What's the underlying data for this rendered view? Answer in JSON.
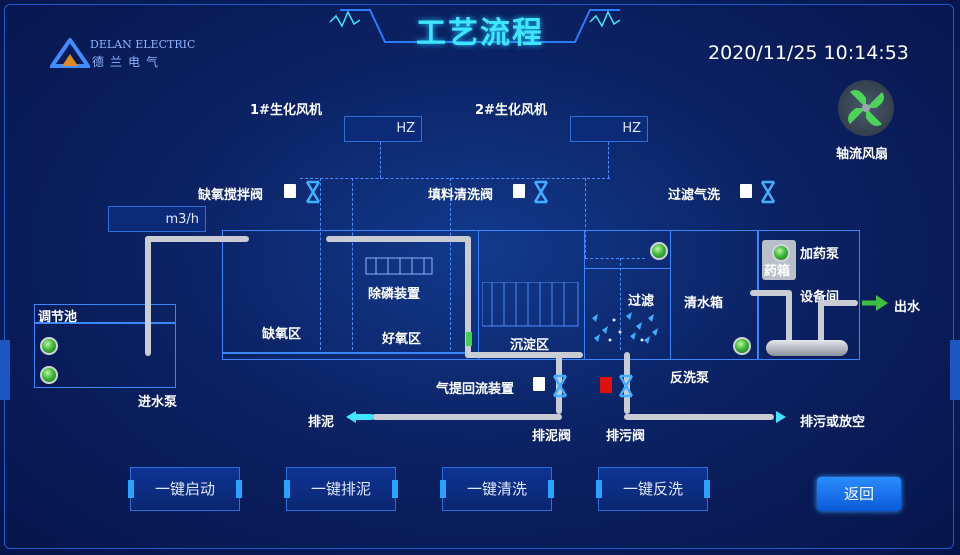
{
  "header": {
    "title": "工艺流程",
    "datetime": "2020/11/25   10:14:53"
  },
  "logo": {
    "brand": "DELAN ELECTRIC",
    "brand_cn": "德兰电气"
  },
  "fans": {
    "fan1_label": "1#生化风机",
    "fan1_unit": "HZ",
    "fan2_label": "2#生化风机",
    "fan2_unit": "HZ",
    "axial_fan_label": "轴流风扇"
  },
  "valves": {
    "anoxic_mixer": "缺氧搅拌阀",
    "filler_wash": "填料清洗阀",
    "filter_air_wash": "过滤气洗",
    "airlift_return": "气提回流装置",
    "sludge_valve": "排泥阀",
    "drain_valve": "排污阀"
  },
  "flow": {
    "unit": "m3/h"
  },
  "zones": {
    "regulating_tank": "调节池",
    "inlet_pump": "进水泵",
    "anoxic": "缺氧区",
    "phosphorus_removal": "除磷装置",
    "aerobic": "好氧区",
    "sedimentation": "沉淀区",
    "filtration": "过滤",
    "clear_water_tank": "清水箱",
    "backwash_pump": "反洗泵",
    "dosing_pump": "加药泵",
    "chem_box": "药箱",
    "equipment_room": "设备间",
    "outlet": "出水",
    "sludge_out": "排泥",
    "drain_out": "排污或放空"
  },
  "buttons": {
    "start": "一键启动",
    "sludge": "一键排泥",
    "clean": "一键清洗",
    "backwash": "一键反洗",
    "back": "返回"
  },
  "colors": {
    "accent": "#3fe6ff",
    "pump_on": "#41b83a",
    "valve": "#3fb0ff",
    "alarm": "#e01010",
    "outlet_arrow": "#3fbf3f"
  }
}
